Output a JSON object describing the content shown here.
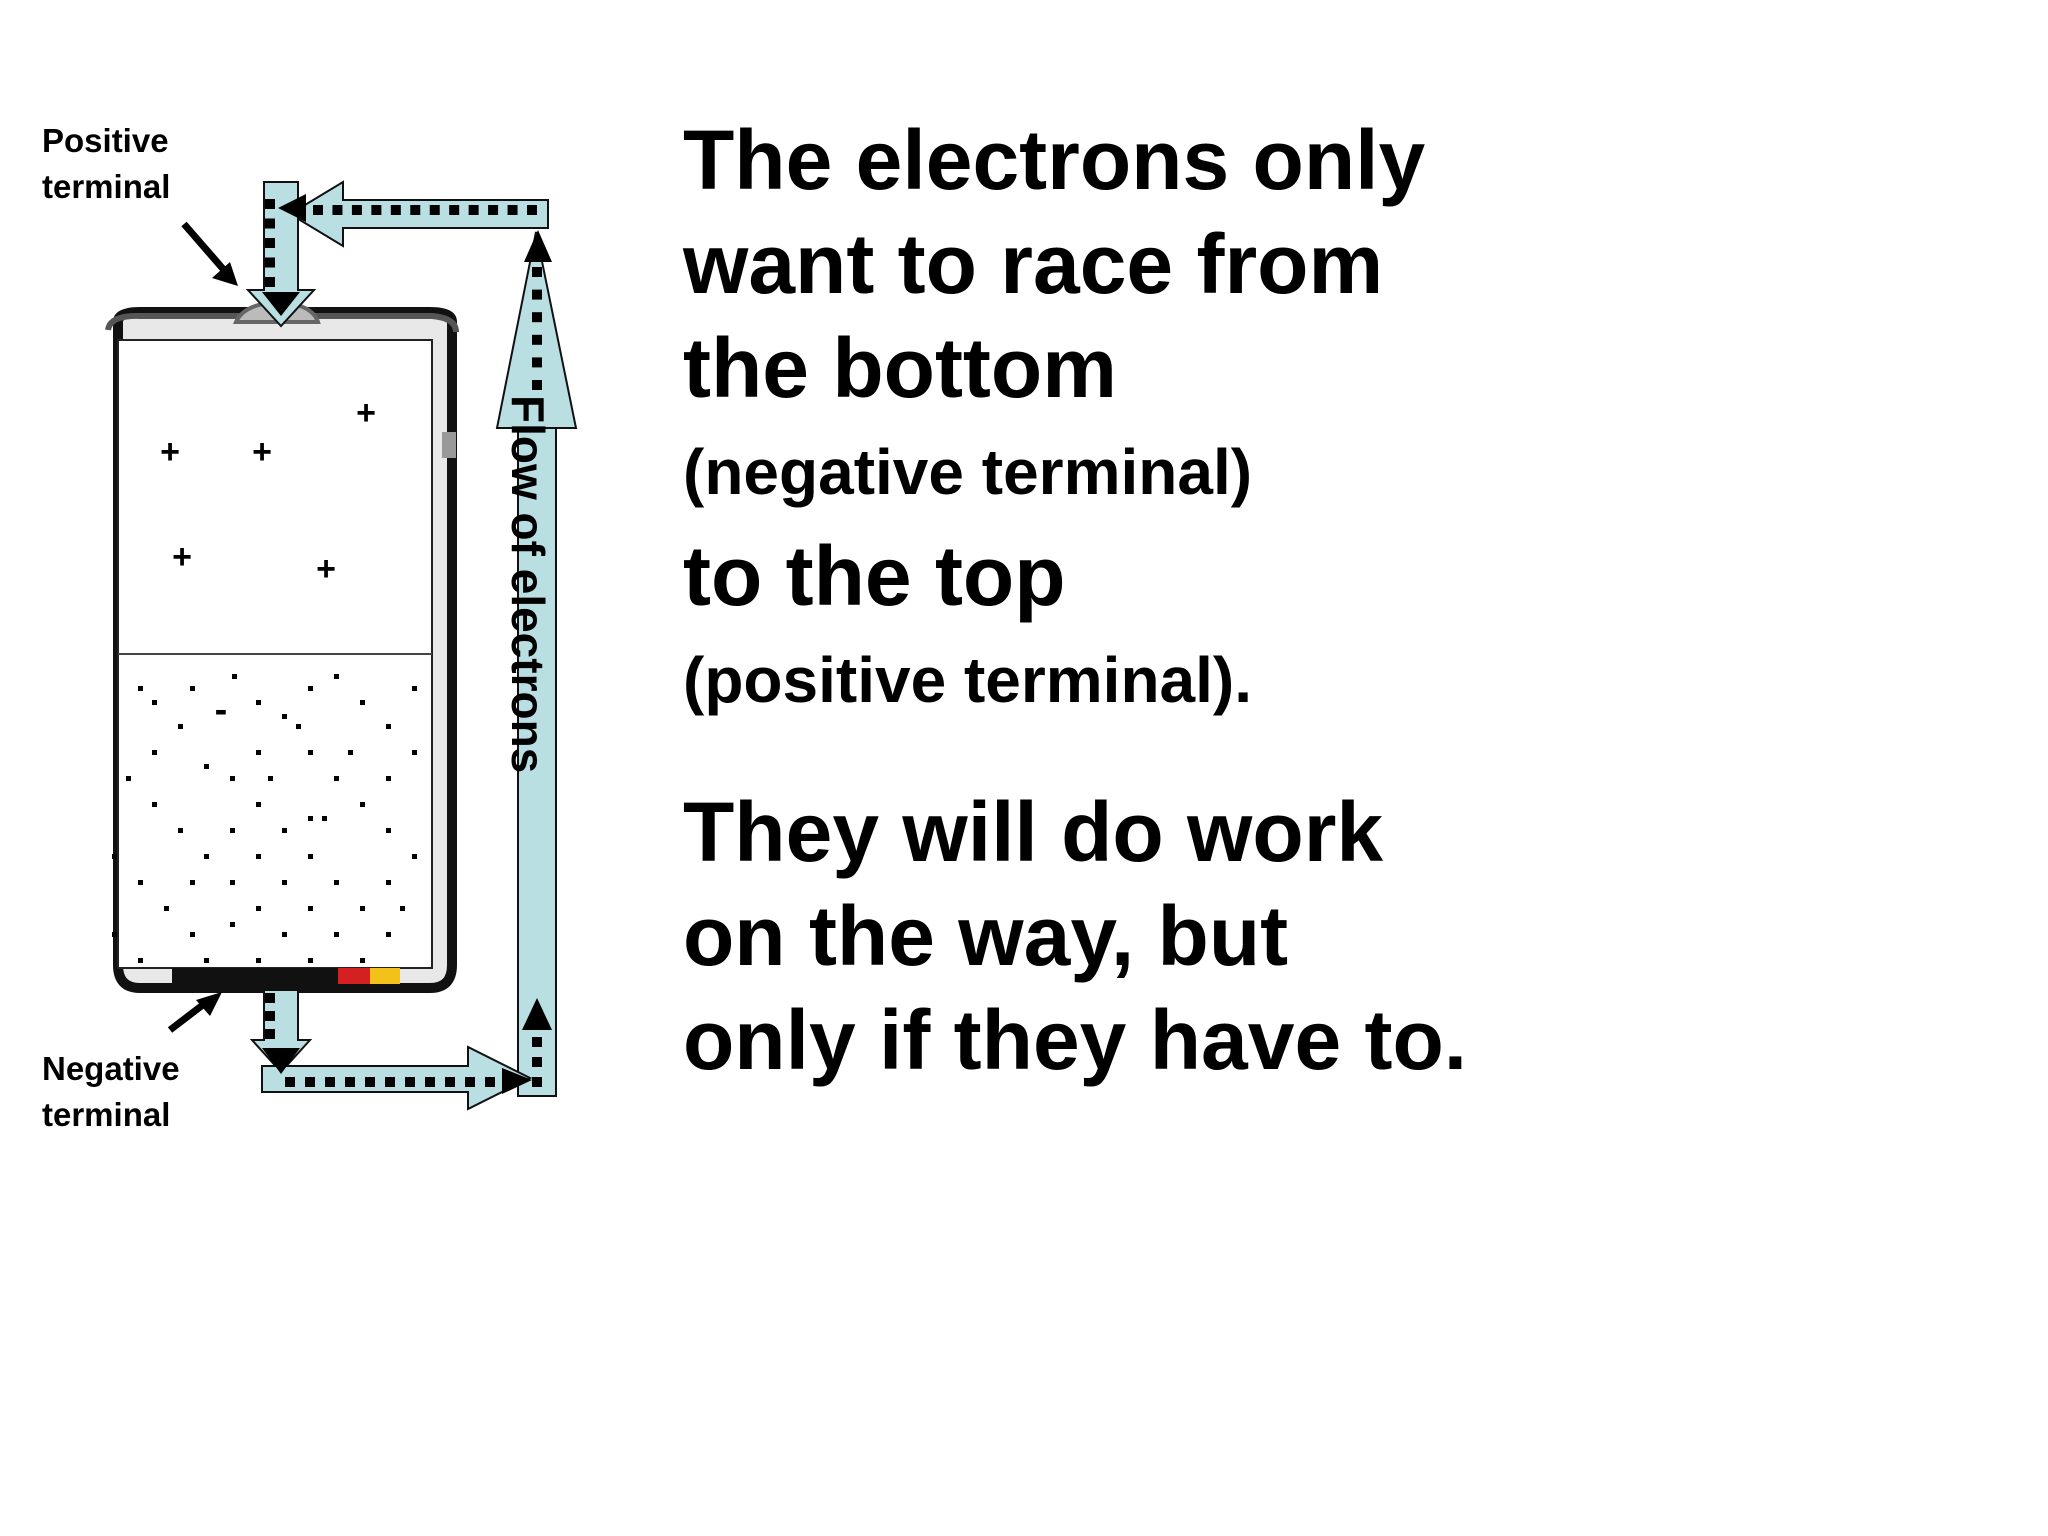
{
  "labels": {
    "positive_line1": "Positive",
    "positive_line2": "terminal",
    "negative_line1": "Negative",
    "negative_line2": "terminal",
    "flow": "Flow of electrons",
    "plus_sign": "+",
    "minus_sign": "-"
  },
  "text": {
    "line1": "The electrons only",
    "line2": "want to race from",
    "line3": "the bottom",
    "line4": "(negative terminal)",
    "line5": "to the top",
    "line6": "(positive terminal).",
    "line7": "They will do work",
    "line8": "on the way, but",
    "line9": "only if they have to."
  },
  "colors": {
    "arrow_fill": "#b9dfe3",
    "electron_dots": "#000000",
    "battery_outline": "#1a1a1a",
    "label_stripe_red": "#d42020",
    "label_stripe_yellow": "#f2c21b"
  }
}
